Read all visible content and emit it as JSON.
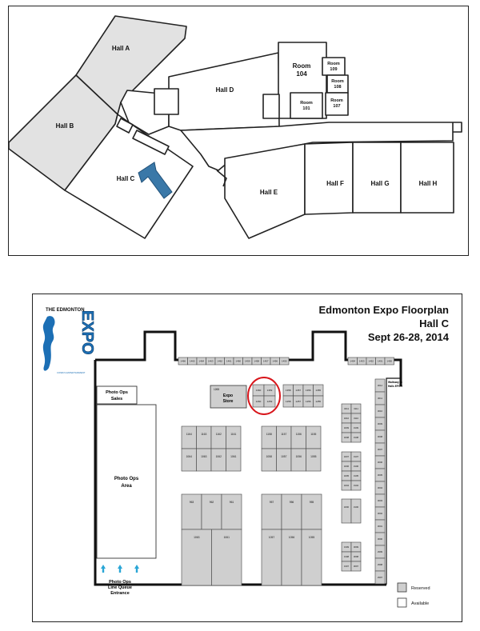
{
  "site_map": {
    "halls": {
      "hall_a": "Hall A",
      "hall_b": "Hall B",
      "hall_c": "Hall C",
      "hall_d": "Hall D",
      "hall_e": "Hall E",
      "hall_f": "Hall F",
      "hall_g": "Hall G",
      "hall_h": "Hall H"
    },
    "rooms": {
      "room_104": [
        "Room",
        "104"
      ],
      "room_101": [
        "Room",
        "101"
      ],
      "room_109": [
        "Room",
        "109"
      ],
      "room_108": [
        "Room",
        "108"
      ],
      "room_107": [
        "Room",
        "107"
      ]
    },
    "colors": {
      "shaded": "#e2e2e2",
      "arrow": "#3a78a8",
      "arrow_dark": "#22527a"
    }
  },
  "floor_plan": {
    "title": "Edmonton Expo Floorplan",
    "subtitle": "Hall C",
    "dates": "Sept 26-28, 2014",
    "logo": {
      "top_text": "THE EDMONTON",
      "word": "EXPO",
      "small_text": "COMICS ENTERTAINMENT"
    },
    "areas": {
      "photo_ops_sales": [
        "Photo Ops",
        "Sales"
      ],
      "photo_ops_area": [
        "Photo Ops",
        "Area"
      ],
      "line_queue": [
        "Photo Ops",
        "Line Queue",
        "Entrance"
      ],
      "expo_store": [
        "Expo",
        "Store"
      ],
      "walkway": [
        "Walkway to",
        "Halls EFGH"
      ]
    },
    "booths": {
      "top_row_left": [
        "1466",
        "1465",
        "1464",
        "1463",
        "1462",
        "1461",
        "1460",
        "1459",
        "1458",
        "1457",
        "1456",
        "1455"
      ],
      "top_row_right": [
        "1454",
        "1453",
        "1452",
        "1451",
        "1450"
      ],
      "expo_store_number": "1265",
      "circled": [
        "1360",
        "1359",
        "1260",
        "1259"
      ],
      "row_1358": [
        "1358",
        "1357",
        "1356",
        "1355"
      ],
      "row_1258": [
        "1258",
        "1257",
        "1256",
        "1255"
      ],
      "block1_top": [
        "1164",
        "1163",
        "1162",
        "1161"
      ],
      "block1_bottom": [
        "1064",
        "1063",
        "1062",
        "1061"
      ],
      "block2_top": [
        "1158",
        "1157",
        "1156",
        "1155"
      ],
      "block2_bottom": [
        "1058",
        "1057",
        "1056",
        "1055"
      ],
      "block3_top": [
        "963",
        "962",
        "961"
      ],
      "block3_bottom": [
        "1063",
        "1061"
      ],
      "block4_top": [
        "957",
        "956",
        "955"
      ],
      "block4_bottom": [
        "1057",
        "1056",
        "1055"
      ],
      "col_left": [
        "3211",
        "3210",
        "3209",
        "3208",
        "3207",
        "3206",
        "3205",
        "3204",
        "3200",
        "3199",
        "3198",
        "3197"
      ],
      "col_mid": [
        "3111",
        "3110",
        "3109",
        "3108",
        "3107",
        "3106",
        "3105",
        "3104",
        "3100",
        "3099",
        "3098",
        "3097"
      ],
      "col_right": [
        "3012",
        "3011",
        "3010",
        "3009",
        "3008",
        "3007",
        "3006",
        "3005",
        "3004",
        "3003",
        "3002",
        "3001",
        "3000",
        "2999",
        "2998",
        "2997"
      ]
    },
    "legend": {
      "reserved": "Reserved",
      "available": "Available"
    },
    "colors": {
      "reserved": "#cfcfcf",
      "available": "#ffffff",
      "circle": "#d8151b",
      "arrow": "#2aa6d6",
      "logo_blue": "#1c6fb5"
    }
  }
}
